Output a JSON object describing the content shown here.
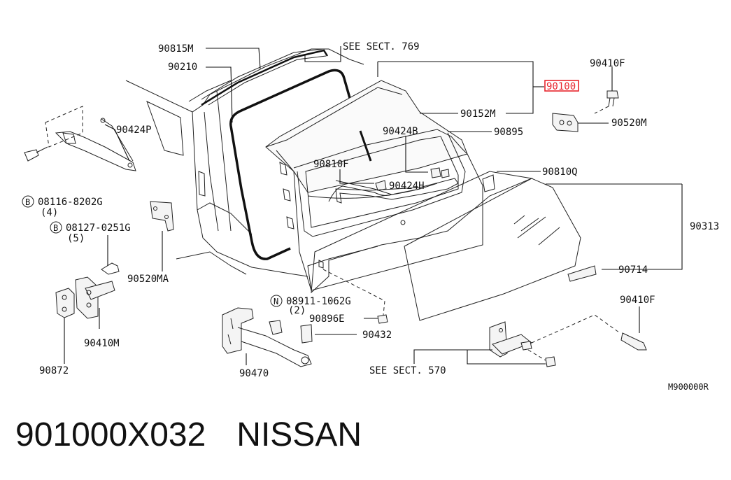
{
  "callouts": {
    "p90815M": "90815M",
    "p90210": "90210",
    "see769": "SEE SECT. 769",
    "p90100": "90100",
    "p90410F_top": "90410F",
    "p90520M": "90520M",
    "p90152M": "90152M",
    "p90424B": "90424B",
    "p90895": "90895",
    "p90424P": "90424P",
    "p90810F": "90810F",
    "p90424H": "90424H",
    "p90810Q": "90810Q",
    "bolt1": "08116-8202G",
    "bolt1_qty": "(4)",
    "bolt2": "08127-0251G",
    "bolt2_qty": "(5)",
    "p90313": "90313",
    "p90520MA": "90520MA",
    "p90714": "90714",
    "nut": "08911-1062G",
    "nut_qty": "(2)",
    "p90410F_low": "90410F",
    "p90896E": "90896E",
    "p90410M": "90410M",
    "p90432": "90432",
    "p90872": "90872",
    "see570": "SEE SECT. 570",
    "p90470": "90470",
    "fig_code": "M900000R",
    "badge_B": "B",
    "badge_N": "N"
  },
  "footer": {
    "part_number": "901000X032",
    "brand": "NISSAN"
  },
  "colors": {
    "highlight": "#e8242c",
    "ink": "#111111"
  }
}
